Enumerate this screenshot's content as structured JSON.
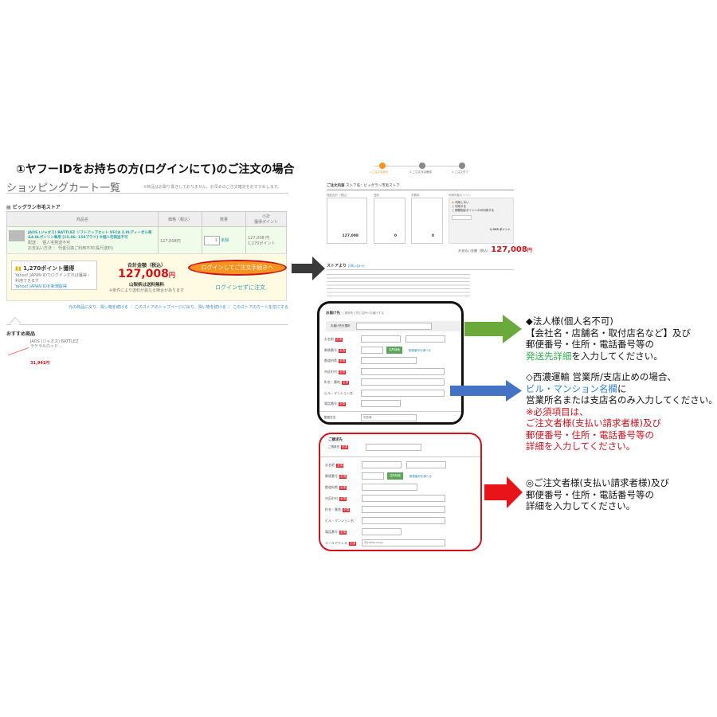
{
  "heading": "①ヤフーIDをお持ちの方(ログインにて)のご注文の場合",
  "cart": {
    "title": "ショッピングカート一覧",
    "note": "※商品はお取り置きしておりません。お早めのご注文確定をおすすめします。",
    "store": "ビッグラン市毛ストア",
    "columns": [
      "商品名",
      "価格（税込）",
      "数量",
      "小計\n獲得ポイント"
    ],
    "item": {
      "name": "JAOS (ジャオス) BATTLEZ リフトアップセット VFCA 2.8Lディーゼル車&4.0Lガソリン車用 [15.06- 150プラド] ※個人宅発送不可",
      "delivery": "配送 ： 個人宅発送不可",
      "payment": "お支払い方法 ： 代金引換ご利用不可(長尺送料)",
      "price": "127,008円",
      "qty": "1",
      "delete": "削除",
      "subtotal": "127,008 円",
      "points": "1,270ポイント"
    },
    "points_box": {
      "title": "1,270ポイント獲得",
      "desc": "Yahoo! JAPAN IDでログインすれば獲得・利用できます",
      "link": "Yahoo! JAPAN IDを新規取得"
    },
    "total_label": "合計金額（税込）",
    "total": "127,008",
    "yen": "円",
    "shipping": "山梨県は送料無料",
    "shipping_note": "※条件により送料が異なる場合があります",
    "login_button": "ログインしてご注文手続きへ",
    "guest_link": "ログインせずに注文",
    "links": "元の商品に戻り、買い物を続ける ｜ このストアのトップページに戻り、買い物を続ける ｜ このストアのカートを空にする",
    "recommend_title": "おすすめ商品",
    "recommend_item": "JAOS (ジャオス) BATTLEZ ラテラルロッド...",
    "recommend_price": "31,941円"
  },
  "order": {
    "steps": [
      "1.ご注文手続き",
      "2.ご注文内容確認",
      "3.ご注文完了"
    ],
    "contents_title": "ご注文内容",
    "store_label": "ストア名：ビッグラン市毛ストア",
    "cols": [
      "商品合計（税込）",
      "送料",
      "手数料",
      "利用可能ポイント"
    ],
    "values": [
      "127,008",
      "0",
      "0"
    ],
    "yen": "円",
    "point_options": [
      "利用しない",
      "利用する",
      "期間固定ポイントのみ利用する"
    ],
    "points": "1,048 ポイント",
    "total_label": "お支払い金額（税込）",
    "total": "127,008",
    "store_msg_title": "ストアより",
    "store_msg_link": "お問い合わせ"
  },
  "shipping_form": {
    "title": "お届け先",
    "option": "請求先と同じ住所へお届けする",
    "select_label": "お届け先を選択",
    "labels": [
      "お名前",
      "郵便番号",
      "都道府県",
      "市区町村",
      "町名・番地",
      "ビル・マンション名",
      "電話番号"
    ],
    "required": "必須",
    "zip_button": "住所検索",
    "zip_link": "郵便番号を調べる",
    "delivery_label": "配送方法",
    "delivery_value": "宅急便"
  },
  "billing_form": {
    "title": "ご請求先",
    "select_label": "ご請求先",
    "labels": [
      "お名前",
      "郵便番号",
      "都道府県",
      "市区町村",
      "町名・番地",
      "ビル・マンション名",
      "電話番号",
      "メールアドレス"
    ],
    "required": "必須",
    "zip_button": "住所検索",
    "zip_link": "郵便番号を調べる",
    "email": "@yahoo.co.jp"
  },
  "annotations": {
    "a1": [
      "◆法人様(個人名不可)",
      "【会社名・店舗名・取付店名など】及び",
      "郵便番号・住所・電話番号等の"
    ],
    "a1_green": "発送先詳細",
    "a1_tail": "を入力してください。",
    "a2_head": "◇西濃運輸 営業所/支店止めの場合、",
    "a2_blue": "ビル・マンション名欄",
    "a2_blue_tail": "に",
    "a2_body": "営業所名または支店名のみ入力してください。",
    "a2_red": [
      "※必須項目は、",
      "ご注文者様(支払い請求者様)及び",
      "郵便番号・住所・電話番号等の",
      "詳細を入力してください。"
    ],
    "a3": [
      "◎ご注文者様(支払い請求者様)及び",
      "郵便番号・住所・電話番号等の",
      "詳細を入力してください。"
    ]
  },
  "colors": {
    "orange": "#f7931e",
    "red": "#d0121b",
    "green": "#6aaa3a",
    "blue": "#4472c4"
  }
}
